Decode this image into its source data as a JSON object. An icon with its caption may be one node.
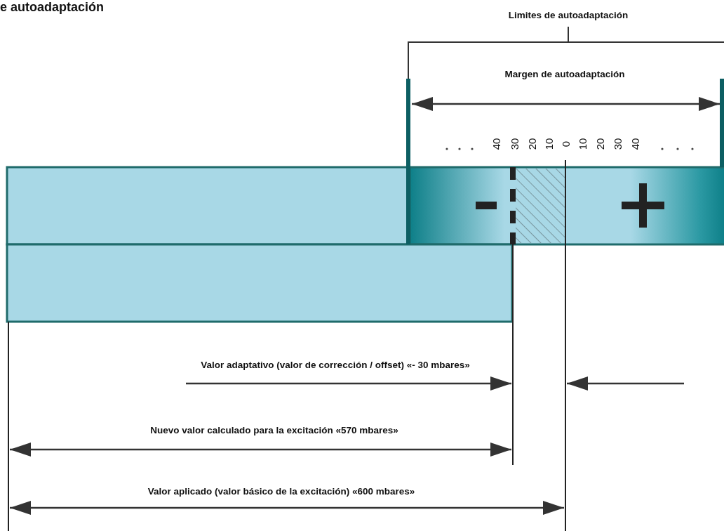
{
  "diagram": {
    "title": "e autoadaptación",
    "labels": [
      "Limites de autoadaptación",
      "Margen de autoadaptación",
      "40",
      "30",
      "20",
      "10",
      "0",
      "10",
      "20",
      "30",
      "40",
      "Valor adaptativo (valor de corrección / offset) «- 30 mbares»",
      "Nuevo valor calculado para la excitación «570 mbares»",
      "Valor aplicado (valor básico de la excitación) «600 mbares»"
    ]
  }
}
